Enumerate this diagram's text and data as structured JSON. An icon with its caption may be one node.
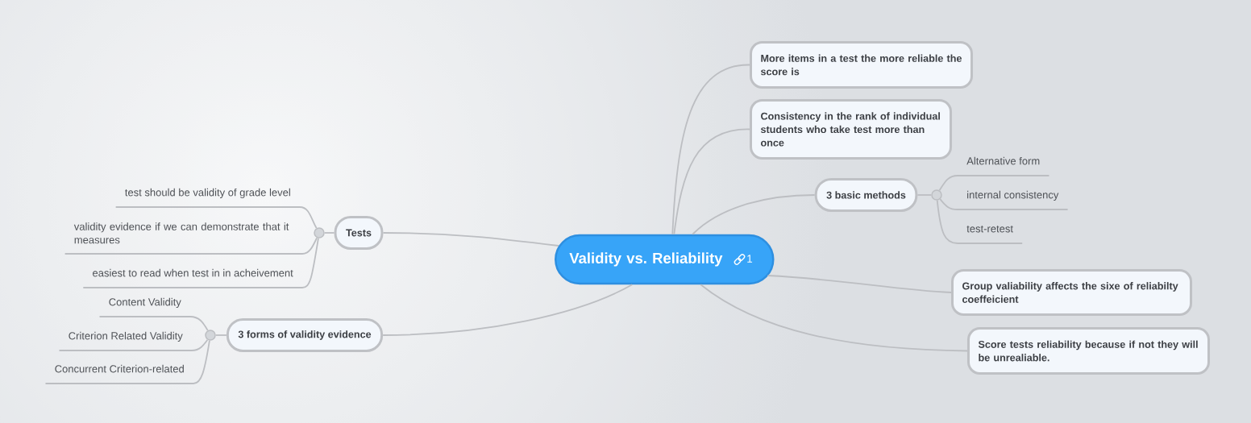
{
  "diagram": {
    "nodes": [
      {
        "text": [
          "Validity vs. Reliability",
          "1"
        ]
      },
      {
        "text": [
          "More items in a test the more reliable the score is"
        ]
      },
      {
        "text": [
          "Consistency in the rank of individual students who take test more than once"
        ]
      },
      {
        "text": [
          "3 basic methods"
        ]
      },
      {
        "text": [],
        "shape": "circle"
      },
      {
        "text": [
          "Alternative form"
        ]
      },
      {
        "text": [
          "internal consistency"
        ]
      },
      {
        "text": [
          "test-retest"
        ]
      },
      {
        "text": [
          "Group valiability affects the sixe of reliabilty coeffeicient"
        ]
      },
      {
        "text": [
          "Score tests reliability because if not they will be unrealiable."
        ]
      },
      {
        "text": [
          "Tests"
        ]
      },
      {
        "text": [],
        "shape": "circle"
      },
      {
        "text": [
          "test should be validity of grade level"
        ]
      },
      {
        "text": [
          "validity evidence if we can demonstrate that it measures"
        ]
      },
      {
        "text": [
          "easiest to read when test in in acheivement"
        ]
      },
      {
        "text": [
          "3 forms of validity evidence"
        ]
      },
      {
        "text": [],
        "shape": "circle"
      },
      {
        "text": [
          "Content Validity"
        ]
      },
      {
        "text": [
          "Criterion Related Validity"
        ]
      },
      {
        "text": [
          "Concurrent Criterion-related"
        ]
      }
    ],
    "edges": [
      {
        "from": 0,
        "to": 1,
        "arrow": "none"
      },
      {
        "from": 0,
        "to": 2,
        "arrow": "none"
      },
      {
        "from": 0,
        "to": 3,
        "arrow": "none"
      },
      {
        "from": 3,
        "to": 4,
        "arrow": "none"
      },
      {
        "from": 4,
        "to": 5,
        "arrow": "none"
      },
      {
        "from": 4,
        "to": 6,
        "arrow": "none"
      },
      {
        "from": 4,
        "to": 7,
        "arrow": "none"
      },
      {
        "from": 0,
        "to": 8,
        "arrow": "none"
      },
      {
        "from": 0,
        "to": 9,
        "arrow": "none"
      },
      {
        "from": 0,
        "to": 10,
        "arrow": "none"
      },
      {
        "from": 10,
        "to": 11,
        "arrow": "none"
      },
      {
        "from": 11,
        "to": 12,
        "arrow": "none"
      },
      {
        "from": 11,
        "to": 13,
        "arrow": "none"
      },
      {
        "from": 11,
        "to": 14,
        "arrow": "none"
      },
      {
        "from": 0,
        "to": 15,
        "arrow": "none"
      },
      {
        "from": 15,
        "to": 16,
        "arrow": "none"
      },
      {
        "from": 16,
        "to": 17,
        "arrow": "none"
      },
      {
        "from": 16,
        "to": 18,
        "arrow": "none"
      },
      {
        "from": 16,
        "to": 19,
        "arrow": "none"
      }
    ]
  }
}
